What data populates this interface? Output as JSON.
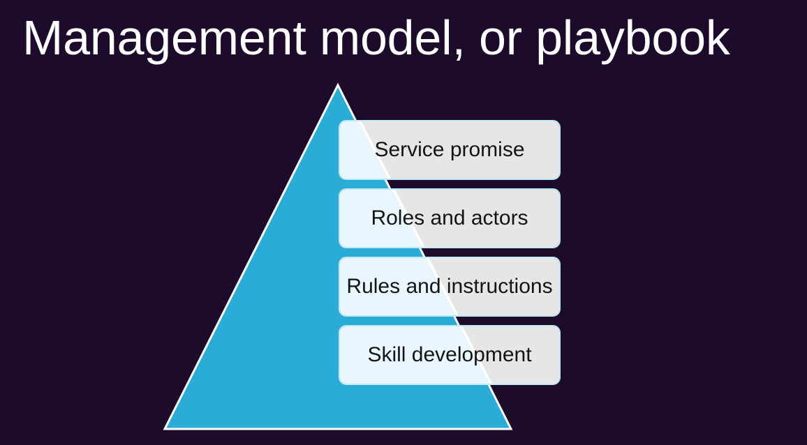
{
  "slide": {
    "title": "Management model, or playbook",
    "background_color": "#1c0b2b",
    "title_color": "#ffffff"
  },
  "diagram": {
    "type": "pyramid",
    "name": "management-model-pyramid",
    "pyramid_color": "#2bacd6",
    "pyramid_outline_color": "#ffffff",
    "box_fill_left_color": "#e9f5fc",
    "box_fill_right_color": "#e6e6e6",
    "box_border_color": "#bfe7f5",
    "box_text_color": "#141414",
    "levels": [
      {
        "label": "Service promise"
      },
      {
        "label": "Roles and actors"
      },
      {
        "label": "Rules and instructions"
      },
      {
        "label": "Skill development"
      }
    ]
  }
}
